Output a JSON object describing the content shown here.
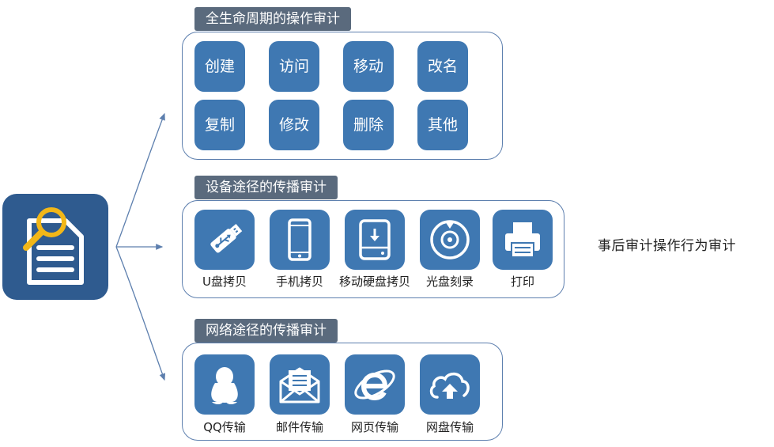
{
  "sections": {
    "lifecycle": {
      "title": "全生命周期的操作审计",
      "tiles": [
        "创建",
        "访问",
        "移动",
        "改名",
        "复制",
        "修改",
        "删除",
        "其他"
      ]
    },
    "device": {
      "title": "设备途径的传播审计",
      "items": [
        {
          "label": "U盘拷贝",
          "icon": "usb-drive-icon"
        },
        {
          "label": "手机拷贝",
          "icon": "mobile-phone-icon"
        },
        {
          "label": "移动硬盘拷贝",
          "icon": "external-disk-icon"
        },
        {
          "label": "光盘刻录",
          "icon": "optical-disc-icon"
        },
        {
          "label": "打印",
          "icon": "printer-icon"
        }
      ]
    },
    "network": {
      "title": "网络途径的传播审计",
      "items": [
        {
          "label": "QQ传输",
          "icon": "qq-penguin-icon"
        },
        {
          "label": "邮件传输",
          "icon": "mail-icon"
        },
        {
          "label": "网页传输",
          "icon": "browser-ie-icon"
        },
        {
          "label": "网盘传输",
          "icon": "cloud-upload-icon"
        }
      ]
    }
  },
  "side_text": "事后审计操作行为审计",
  "colors": {
    "tile": "#3f78b2",
    "main_icon_bg": "#2f5b8f",
    "label_bg": "#5a6a7d",
    "border": "#5d7fae",
    "magnifier": "#f2b718"
  },
  "main_icon": "document-search-icon"
}
